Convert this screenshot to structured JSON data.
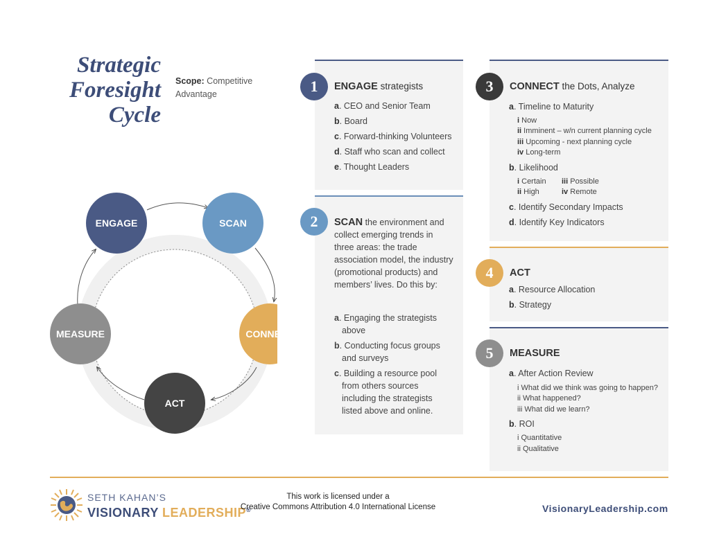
{
  "title": {
    "line1": "Strategic",
    "line2": "Foresight",
    "line3": "Cycle"
  },
  "scope": {
    "label": "Scope:",
    "value": "Competitive Advantage"
  },
  "colors": {
    "navy": "#4a5a85",
    "blue": "#6a99c4",
    "gold": "#e2ad5a",
    "gray": "#8e8e8e",
    "dark": "#444444"
  },
  "cycle": {
    "engage": "ENGAGE",
    "scan": "SCAN",
    "connect": "CONNECT",
    "act": "ACT",
    "measure": "MEASURE"
  },
  "step1": {
    "num": "1",
    "bold": "ENGAGE",
    "rest": " strategists",
    "items": [
      {
        "letter": "a",
        "text": ". CEO and Senior Team"
      },
      {
        "letter": "b",
        "text": ". Board"
      },
      {
        "letter": "c",
        "text": ". Forward-thinking Volunteers"
      },
      {
        "letter": "d",
        "text": ". Staff who scan and collect"
      },
      {
        "letter": "e",
        "text": ". Thought Leaders"
      }
    ]
  },
  "step2": {
    "num": "2",
    "bold": "SCAN",
    "rest": " the environment and collect emerging trends in three areas: the trade association model, the industry (promotional products) and members’ lives. Do this by:",
    "items": [
      {
        "letter": "a",
        "text": ". Engaging the strategists above"
      },
      {
        "letter": "b",
        "text": ". Conducting focus groups and surveys"
      },
      {
        "letter": "c",
        "text": ". Building a resource pool from others sources including the strategists listed above and online."
      }
    ]
  },
  "step3": {
    "num": "3",
    "bold": "CONNECT",
    "rest": " the Dots, Analyze",
    "a": {
      "letter": "a",
      "text": ". Timeline to Maturity"
    },
    "a_subs": [
      {
        "num": "i",
        "text": " Now"
      },
      {
        "num": "ii",
        "text": " Imminent – w/n current planning cycle"
      },
      {
        "num": "iii",
        "text": " Upcoming -  next planning cycle"
      },
      {
        "num": "iv",
        "text": " Long-term"
      }
    ],
    "b": {
      "letter": "b",
      "text": ". Likelihood"
    },
    "b_subs": [
      {
        "num": "i",
        "text": " Certain"
      },
      {
        "num": "iii",
        "text": " Possible"
      },
      {
        "num": "ii",
        "text": " High"
      },
      {
        "num": "iv",
        "text": " Remote"
      }
    ],
    "c": {
      "letter": "c",
      "text": ". Identify Secondary Impacts"
    },
    "d": {
      "letter": "d",
      "text": ". Identify Key Indicators"
    }
  },
  "step4": {
    "num": "4",
    "bold": "ACT",
    "items": [
      {
        "letter": "a",
        "text": ". Resource Allocation"
      },
      {
        "letter": "b",
        "text": ". Strategy"
      }
    ]
  },
  "step5": {
    "num": "5",
    "bold": "MEASURE",
    "a": {
      "letter": "a",
      "text": ". After Action Review"
    },
    "a_subs": [
      "i What did we think was going to happen?",
      "ii What happened?",
      "iii What did we learn?"
    ],
    "b": {
      "letter": "b",
      "text": ". ROI"
    },
    "b_subs": [
      "i Quantitative",
      "ii Qualitative"
    ]
  },
  "footer": {
    "logo_small": "SETH KAHAN’S",
    "logo_visionary": "VISIONARY ",
    "logo_leadership": "LEADERSHIP",
    "logo_reg": "®",
    "license_line1": "This work is licensed under a",
    "license_line2": "Creative Commons Attribution 4.0 International License",
    "site": "VisionaryLeadership.com"
  }
}
